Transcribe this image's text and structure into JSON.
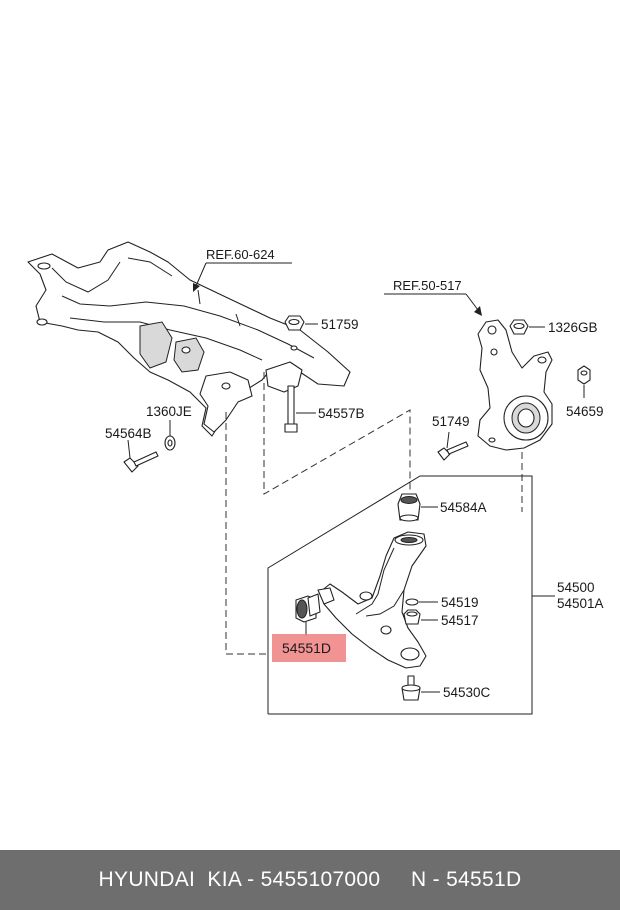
{
  "refs": {
    "subframe_ref": "REF.60-624",
    "knuckle_ref": "REF.50-517"
  },
  "labels": {
    "p51759": "51759",
    "p1326GB": "1326GB",
    "p1360JE": "1360JE",
    "p54557B": "54557B",
    "p51749": "51749",
    "p54659": "54659",
    "p54564B": "54564B",
    "p54584A": "54584A",
    "p54500": "54500",
    "p54501A": "54501A",
    "p54519": "54519",
    "p54517": "54517",
    "p54551D": "54551D",
    "p54530C": "54530C"
  },
  "highlight_color": "#f08080",
  "footer": {
    "text": "HYUNDAI  KIA - 5455107000     N - 54551D"
  }
}
